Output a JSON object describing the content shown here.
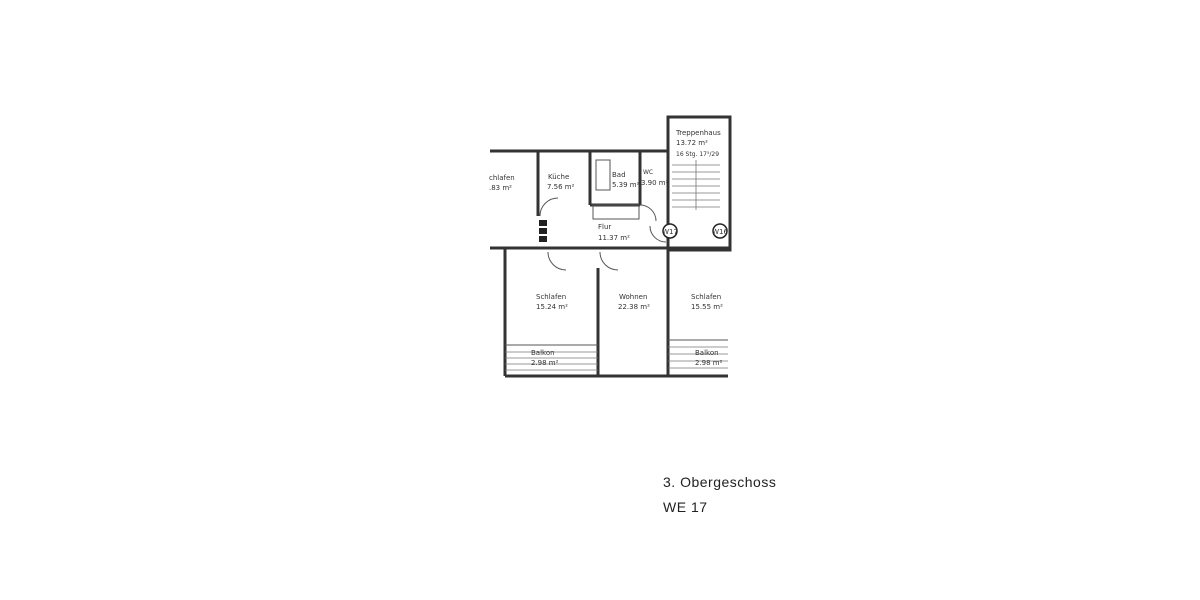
{
  "plan": {
    "rooms": [
      {
        "name": "chlafen",
        "area": ".83 m²"
      },
      {
        "name": "Küche",
        "area": "7.56 m²"
      },
      {
        "name": "Bad",
        "area": "5.39 m²"
      },
      {
        "name": "WC",
        "area": "3.90 m²"
      },
      {
        "name": "Treppenhaus",
        "area": "13.72 m²",
        "note": "16 Stg. 17⁵/29"
      },
      {
        "name": "Flur",
        "area": "11.37 m²"
      },
      {
        "name": "Schlafen",
        "area": "15.24 m²"
      },
      {
        "name": "Wohnen",
        "area": "22.38 m²"
      },
      {
        "name": "Schlafen",
        "area": "15.55 m²"
      },
      {
        "name": "Balkon",
        "area": "2.98 m²"
      },
      {
        "name": "Balkon",
        "area": "2.98 m²"
      }
    ],
    "unit_markers": [
      "W17",
      "W16"
    ]
  },
  "caption": {
    "floor": "3. Obergeschoss",
    "unit": "WE 17"
  }
}
